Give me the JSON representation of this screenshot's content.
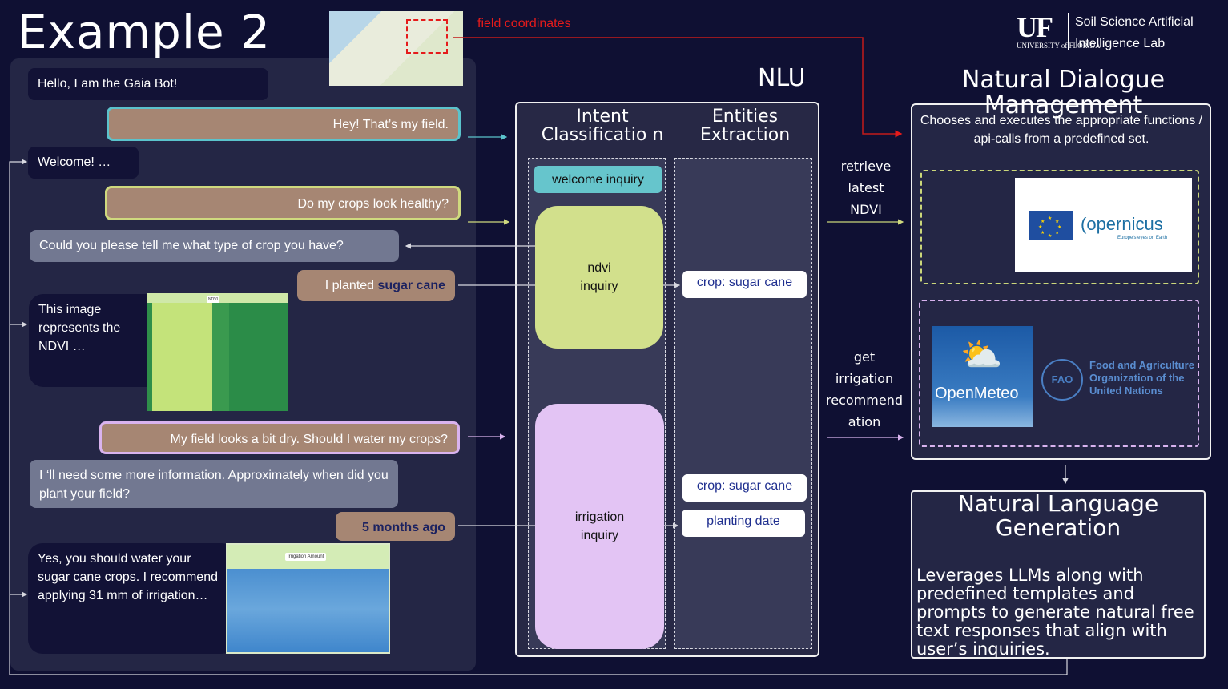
{
  "slide": {
    "title": "Example 2",
    "lab": {
      "logo_main": "UF",
      "logo_sub": "UNIVERSITY of FLORIDA",
      "name_line1": "Soil Science Artificial",
      "name_line2": "Intelligence Lab"
    },
    "field_coordinates_label": "field coordinates"
  },
  "chat": {
    "messages": [
      {
        "role": "bot",
        "text": "Hello, I am the Gaia Bot!"
      },
      {
        "role": "user",
        "text": "Hey! That’s my field."
      },
      {
        "role": "bot",
        "text": "Welcome! …"
      },
      {
        "role": "user",
        "text": "Do my crops look healthy?"
      },
      {
        "role": "bot",
        "text": "Could you please tell me what type of crop you have?"
      },
      {
        "role": "user",
        "text_prefix": "I planted ",
        "text_highlight": "sugar cane"
      },
      {
        "role": "bot",
        "text": "This image represents the NDVI …",
        "image_label": "NDVI"
      },
      {
        "role": "user",
        "text": "My field looks a bit dry. Should I water my crops?"
      },
      {
        "role": "bot",
        "text": "I ‘ll need some more information. Approximately when did you plant your field?"
      },
      {
        "role": "user",
        "text_highlight": "5 months ago"
      },
      {
        "role": "bot",
        "text": "Yes, you should water your sugar cane crops. I recommend applying 31 mm of irrigation…",
        "image_label": "Irrigation Amount"
      }
    ]
  },
  "nlu": {
    "label": "NLU",
    "intent_header": "Intent Classificatio n",
    "entities_header": "Entities Extraction",
    "intents": [
      {
        "label": "welcome inquiry",
        "color": "#66c5cc"
      },
      {
        "label": "ndvi inquiry",
        "color": "#d2e08c"
      },
      {
        "label": "irrigation inquiry",
        "color": "#e3c4f4"
      }
    ],
    "entities": [
      {
        "label": "crop: sugar cane"
      },
      {
        "label": "crop: sugar cane"
      },
      {
        "label": "planting date"
      }
    ]
  },
  "api_calls": [
    {
      "label": "retrieve latest NDVI",
      "color": "#cbd77a"
    },
    {
      "label": "get irrigation recommend ation",
      "color": "#d8b3ef"
    }
  ],
  "ndm": {
    "title": "Natural Dialogue Management",
    "description": "Chooses and executes the appropriate functions / api-calls from a predefined set.",
    "providers": {
      "copernicus": {
        "name": "opernicus",
        "tagline": "Europe's eyes on Earth"
      },
      "openmeteo": {
        "name": "OpenMeteo"
      },
      "fao": {
        "emblem": "FAO",
        "name": "Food and Agriculture Organization of the United Nations"
      }
    }
  },
  "nlg": {
    "title": "Natural Language Generation",
    "description": "Leverages LLMs along with predefined templates and prompts to generate natural free text responses that align with user’s inquiries."
  },
  "colors": {
    "background": "#0f1033",
    "panel": "#242645",
    "user_bubble": "#a68673",
    "bot_bubble": "#121236",
    "bot_grey_bubble": "#727891",
    "accent_teal": "#5bc3cc",
    "accent_lime": "#cfd97e",
    "accent_lilac": "#d9b3ef",
    "accent_red": "#e51b1b"
  }
}
